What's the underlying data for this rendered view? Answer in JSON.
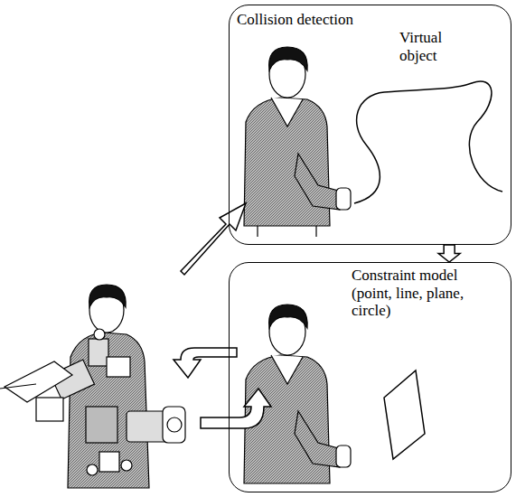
{
  "diagram": {
    "nodes": [
      {
        "text": [
          "Collision detection",
          "Virtual object"
        ]
      },
      {
        "text": [
          "Constraint model (point, line, plane, circle)"
        ]
      }
    ],
    "edges": [
      {
        "from": 0,
        "to": 1,
        "arrow": "to"
      }
    ]
  }
}
